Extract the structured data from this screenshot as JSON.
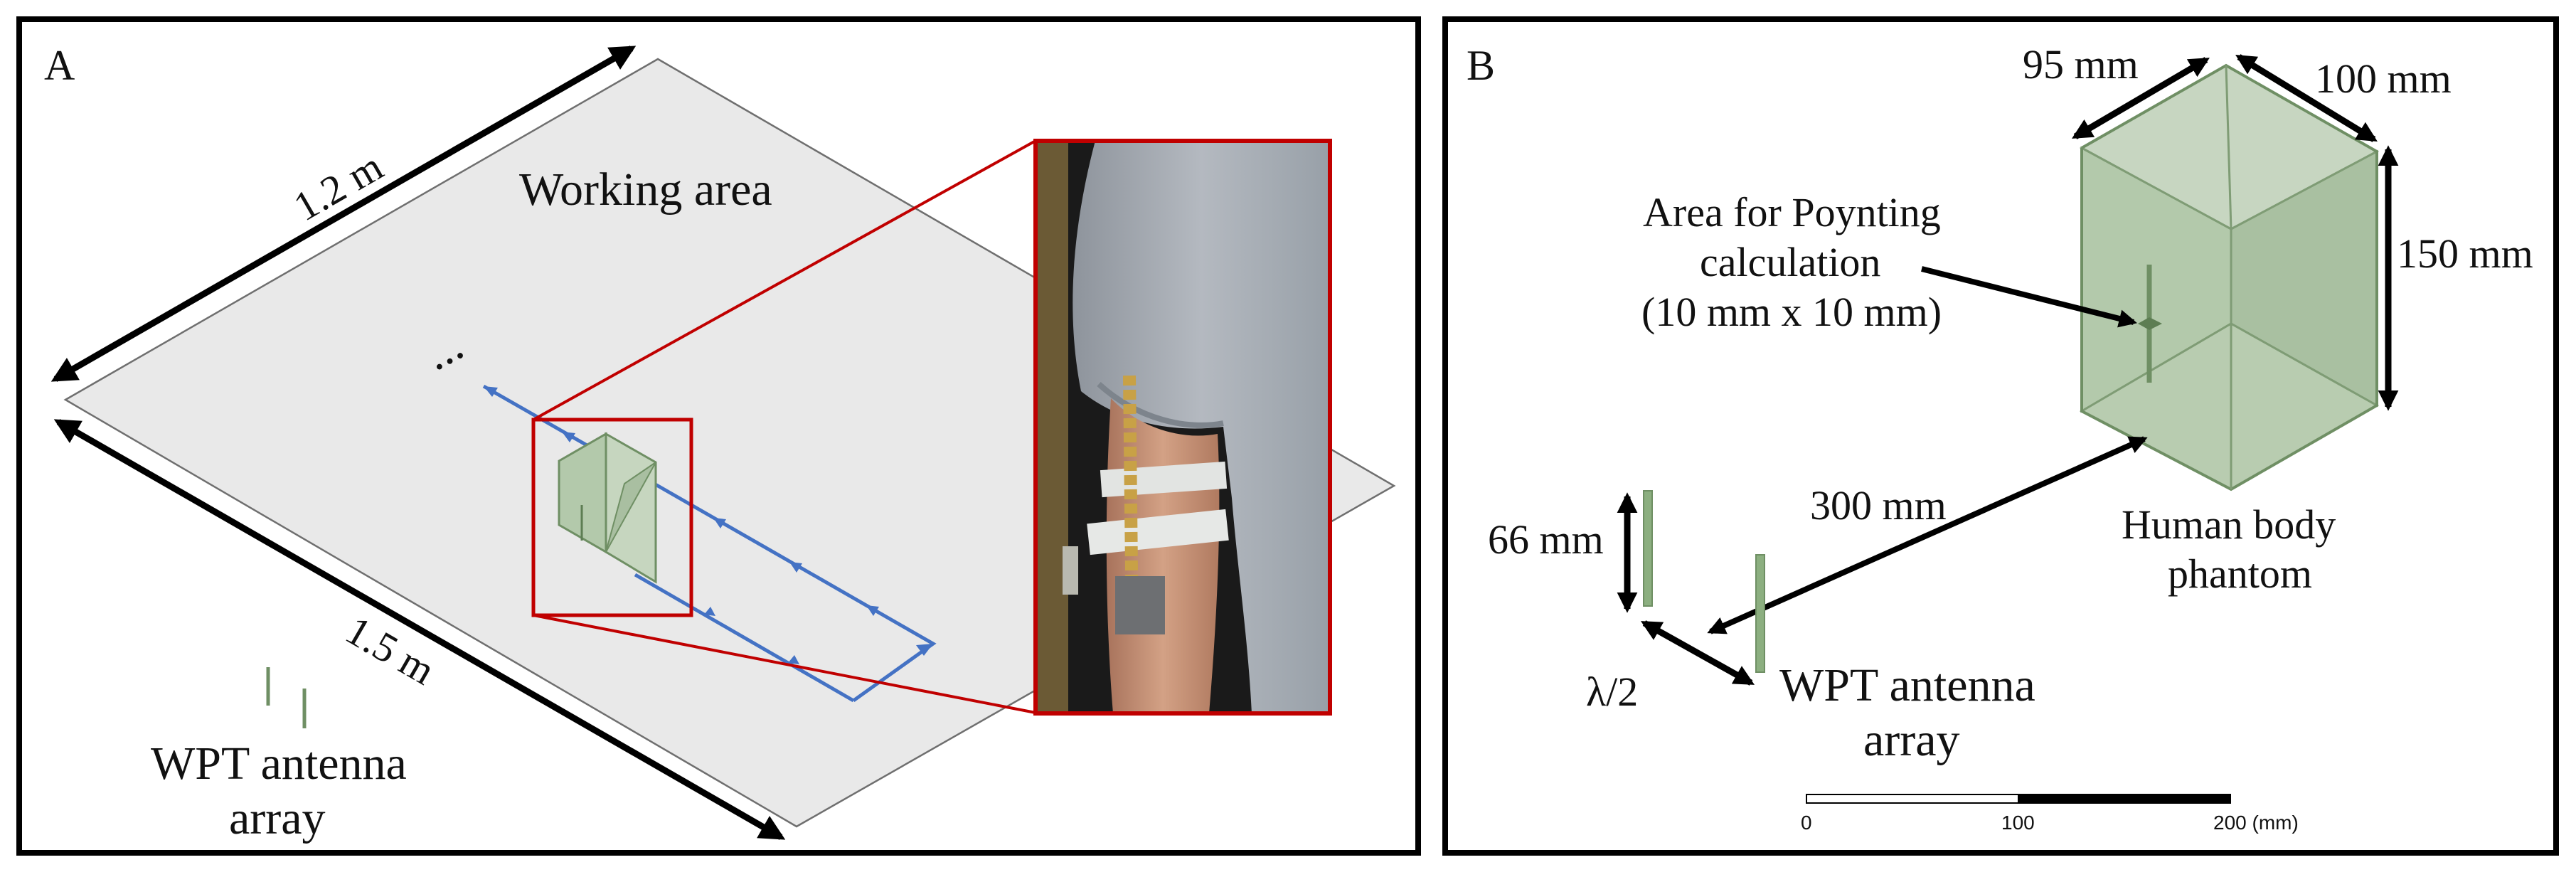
{
  "panel_a": {
    "letter": "A",
    "dimension_width": "1.2 m",
    "dimension_length": "1.5 m",
    "working_area_label": "Working area",
    "path_ellipsis": "...",
    "antenna_label_line1": "WPT antenna",
    "antenna_label_line2": "array"
  },
  "panel_b": {
    "letter": "B",
    "dim_95": "95 mm",
    "dim_100": "100 mm",
    "dim_150": "150 mm",
    "poynting_line1": "Area for Poynting",
    "poynting_line2": "calculation",
    "poynting_line3": "(10 mm x 10 mm)",
    "distance_300": "300 mm",
    "dim_66": "66 mm",
    "phantom_line1": "Human body",
    "phantom_line2": "phantom",
    "lambda_half": "λ/2",
    "antenna_line1": "WPT antenna",
    "antenna_line2": "array",
    "scale_ticks": [
      "0",
      "100",
      "200 (mm)"
    ]
  },
  "colors": {
    "frame": "#000000",
    "floor": "#e9e9e9",
    "floor_edge": "#6f6f6f",
    "path_blue": "#4472c4",
    "zoom_red": "#c00000",
    "phantom_fill": "#b3c9ab",
    "phantom_edge": "#6f8f64",
    "antenna_green": "#7fa074"
  },
  "photo": {
    "shirt_color": "#9fa5ad",
    "arm_color": "#c89478",
    "band_color": "#e2e4e2",
    "electrode_color": "#c8a146"
  }
}
